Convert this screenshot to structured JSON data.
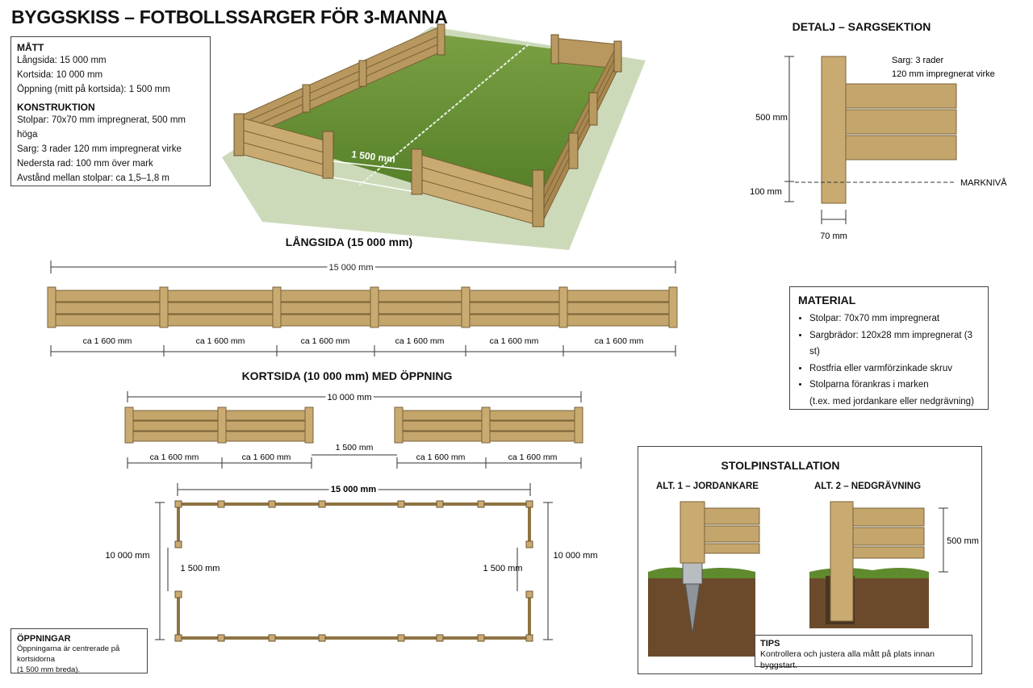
{
  "title": "BYGGSKISS – FOTBOLLSSARGER FÖR 3-MANNA",
  "matt": {
    "heading": "MÅTT",
    "lines": [
      "Långsida: 15 000 mm",
      "Kortsida: 10 000 mm",
      "Öppning (mitt på kortsida): 1 500 mm"
    ]
  },
  "konstruktion": {
    "heading": "KONSTRUKTION",
    "lines": [
      "Stolpar: 70x70 mm impregnerat, 500 mm höga",
      "Sarg: 3 rader 120 mm impregnerat virke",
      "Nedersta rad: 100 mm över mark",
      "Avstånd mellan stolpar: ca 1,5–1,8 m"
    ]
  },
  "render": {
    "opening_label": "1 500 mm"
  },
  "detalj": {
    "heading": "DETALJ – SARGSEKTION",
    "sarg_label_1": "Sarg: 3 rader",
    "sarg_label_2": "120 mm impregnerat virke",
    "height_label": "500 mm",
    "ground_label": "100 mm",
    "marknivå": "MARKNIVÅ",
    "width_label": "70 mm"
  },
  "langsida": {
    "heading": "LÅNGSIDA (15 000 mm)",
    "total": "15 000 mm",
    "segments": [
      "ca 1 600 mm",
      "ca 1 600 mm",
      "ca 1 600 mm",
      "ca 1 600 mm",
      "ca 1 600 mm",
      "ca 1 600 mm"
    ]
  },
  "kortsida": {
    "heading": "KORTSIDA (10 000 mm) MED ÖPPNING",
    "total": "10 000 mm",
    "left_segments": [
      "ca 1 600 mm",
      "ca 1 600 mm"
    ],
    "opening": "1 500 mm",
    "right_segments": [
      "ca 1 600 mm",
      "ca 1 600 mm"
    ]
  },
  "plan": {
    "top": "15 000 mm",
    "left": "10 000 mm",
    "right": "10 000 mm",
    "left_opening": "1 500 mm",
    "right_opening": "1 500 mm"
  },
  "material": {
    "heading": "MATERIAL",
    "items": [
      "Stolpar: 70x70 mm impregnerat",
      "Sargbrädor: 120x28 mm impregnerat (3 st)",
      "Rostfria eller varmförzinkade skruv",
      "Stolparna förankras i marken"
    ],
    "note": "(t.ex. med jordankare eller nedgrävning)"
  },
  "stolp": {
    "heading": "STOLPINSTALLATION",
    "alt1": "ALT. 1 – JORDANKARE",
    "alt2": "ALT. 2 – NEDGRÄVNING",
    "height_label": "500 mm"
  },
  "tips": {
    "heading": "TIPS",
    "text": "Kontrollera och justera alla mått på plats innan byggstart."
  },
  "oppningar": {
    "heading": "ÖPPNINGAR",
    "line1": "Öppningarna är centrerade på kortsidorna",
    "line2": "(1 500 mm breda)."
  },
  "colors": {
    "wood": "#c2a56c",
    "wood_dark": "#8e7443",
    "grass": "#5f8a2e",
    "soil": "#6b4a2b"
  }
}
